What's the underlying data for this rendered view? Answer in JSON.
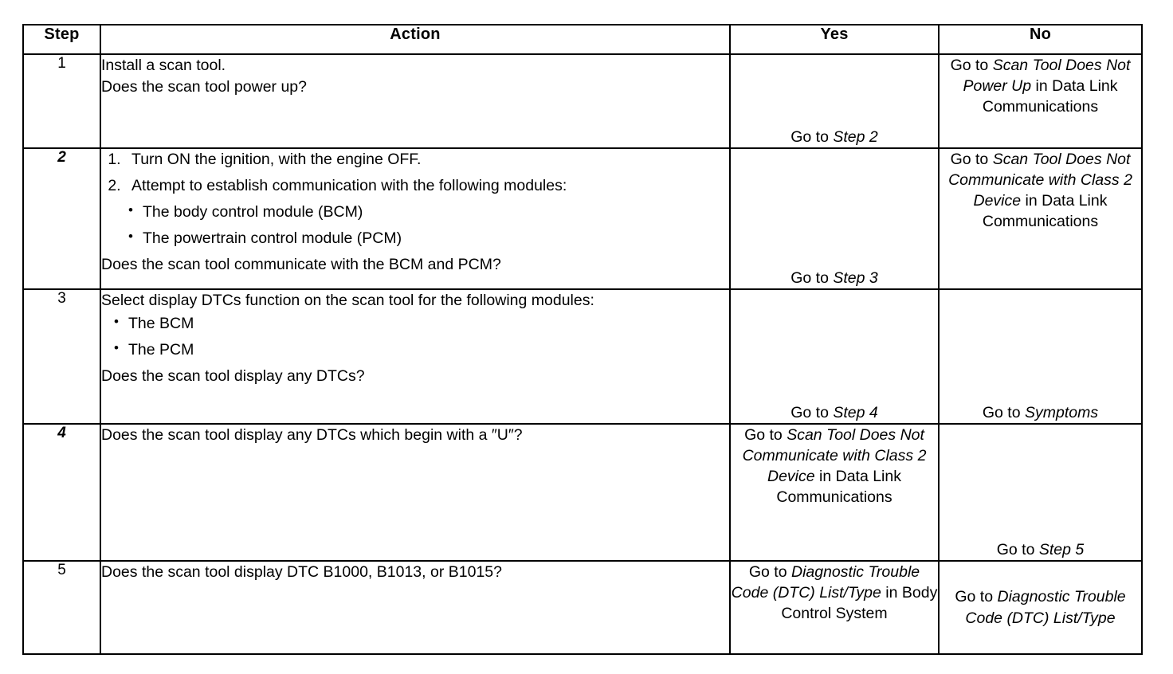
{
  "table": {
    "headers": {
      "step": "Step",
      "action": "Action",
      "yes": "Yes",
      "no": "No"
    },
    "rows": [
      {
        "step": "1",
        "step_italic": false,
        "action": {
          "lines": [
            "Install a scan tool.",
            "Does the scan tool power up?"
          ]
        },
        "yes": {
          "align": "bottom",
          "segments": [
            {
              "text": "Go to ",
              "italic": false
            },
            {
              "text": "Step 2",
              "italic": true
            }
          ]
        },
        "no": {
          "align": "top",
          "segments": [
            {
              "text": "Go to ",
              "italic": false
            },
            {
              "text": "Scan Tool Does Not Power Up",
              "italic": true
            },
            {
              "text": " in Data Link Communications",
              "italic": false
            }
          ]
        }
      },
      {
        "step": "2",
        "step_italic": true,
        "action": {
          "numbered": [
            "Turn ON the ignition, with the engine OFF.",
            "Attempt to establish communication with the following modules:"
          ],
          "bullets": [
            "The body control module (BCM)",
            "The powertrain control module (PCM)"
          ],
          "closing": "Does the scan tool communicate with the BCM and PCM?"
        },
        "yes": {
          "align": "bottom",
          "segments": [
            {
              "text": "Go to ",
              "italic": false
            },
            {
              "text": "Step 3",
              "italic": true
            }
          ]
        },
        "no": {
          "align": "top",
          "segments": [
            {
              "text": "Go to ",
              "italic": false
            },
            {
              "text": "Scan Tool Does Not Communicate with Class 2 Device",
              "italic": true
            },
            {
              "text": " in Data Link Communications",
              "italic": false
            }
          ]
        }
      },
      {
        "step": "3",
        "step_italic": false,
        "action": {
          "lead": "Select display DTCs function on the scan tool for the following modules:",
          "bullets": [
            "The BCM",
            "The PCM"
          ],
          "closing": "Does the scan tool display any DTCs?"
        },
        "yes": {
          "align": "bottom",
          "segments": [
            {
              "text": "Go to ",
              "italic": false
            },
            {
              "text": "Step 4",
              "italic": true
            }
          ]
        },
        "no": {
          "align": "bottom",
          "segments": [
            {
              "text": "Go to ",
              "italic": false
            },
            {
              "text": "Symptoms",
              "italic": true
            }
          ]
        }
      },
      {
        "step": "4",
        "step_italic": true,
        "action": {
          "lines": [
            "Does the scan tool display any DTCs which begin with a ″U″?"
          ]
        },
        "yes": {
          "align": "top",
          "segments": [
            {
              "text": "Go to ",
              "italic": false
            },
            {
              "text": "Scan Tool Does Not Communicate with Class 2 Device",
              "italic": true
            },
            {
              "text": " in Data Link Communications",
              "italic": false
            }
          ]
        },
        "no": {
          "align": "bottom",
          "segments": [
            {
              "text": "Go to ",
              "italic": false
            },
            {
              "text": "Step 5",
              "italic": true
            }
          ]
        }
      },
      {
        "step": "5",
        "step_italic": false,
        "action": {
          "lines": [
            "Does the scan tool display DTC B1000, B1013, or B1015?"
          ]
        },
        "yes": {
          "align": "top",
          "segments": [
            {
              "text": "Go to ",
              "italic": false
            },
            {
              "text": "Diagnostic Trouble Code (DTC) List/Type",
              "italic": true
            },
            {
              "text": " in Body Control System",
              "italic": false
            }
          ]
        },
        "no": {
          "align": "middle",
          "segments": [
            {
              "text": "Go to ",
              "italic": false
            },
            {
              "text": "Diagnostic Trouble Code (DTC) List/Type",
              "italic": true
            }
          ]
        }
      }
    ]
  }
}
